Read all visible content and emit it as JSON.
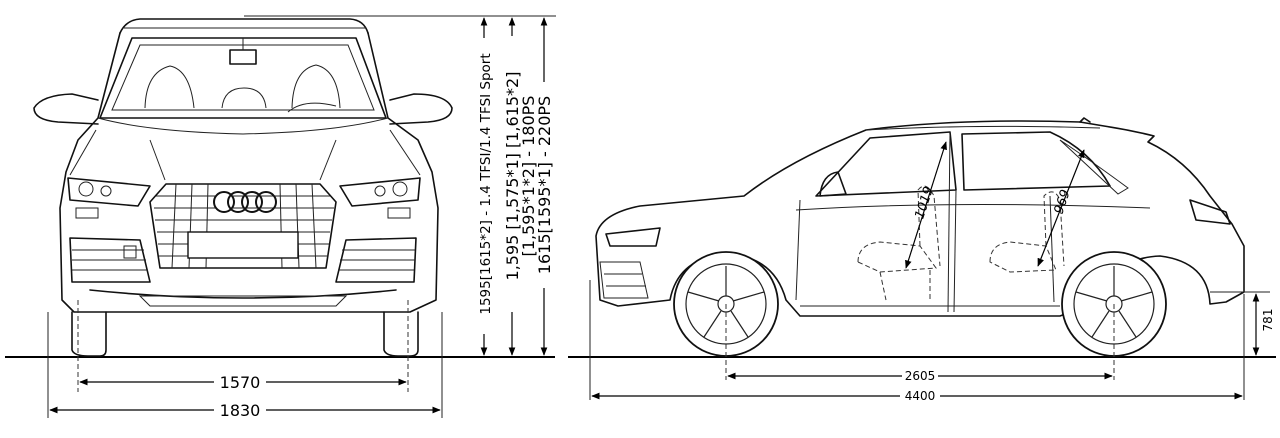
{
  "front_view": {
    "track_width": "1570",
    "overall_width": "1830",
    "height_labels": [
      "1595[1615*2] - 1.4 TFSI/1.4 TFSI Sport",
      "1,595 [1,575*1] [1,615*2]",
      "[1,595*1*2] - 180PS",
      "1615[1595*1] - 220PS"
    ]
  },
  "side_view": {
    "wheelbase": "2605",
    "overall_length": "4400",
    "front_headroom": "1019",
    "rear_headroom": "969",
    "rear_overhang_height": "781"
  }
}
